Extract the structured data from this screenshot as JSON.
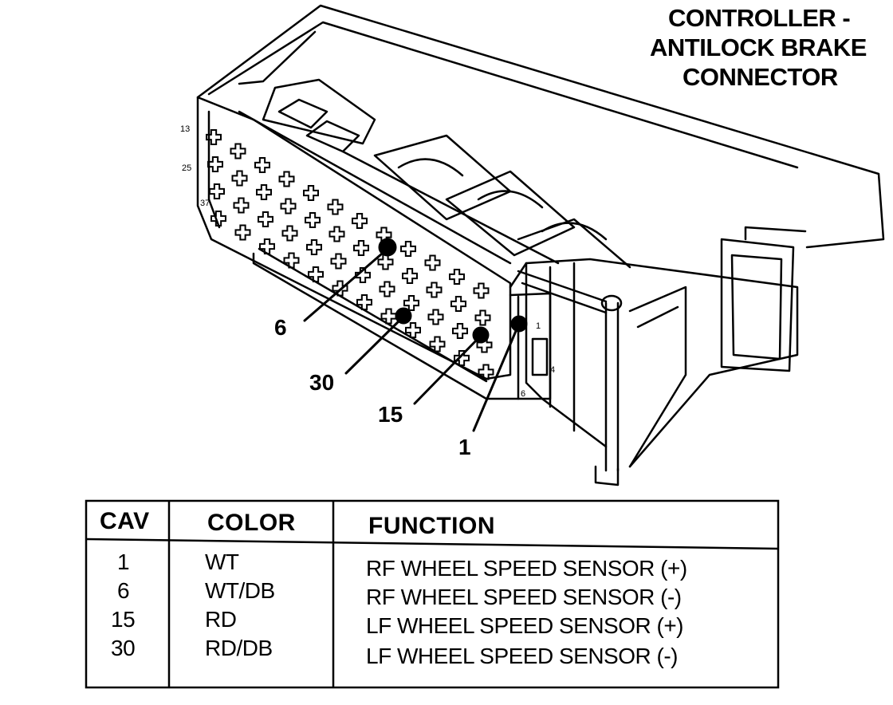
{
  "title": {
    "line1": "CONTROLLER -",
    "line2": "ANTILOCK BRAKE",
    "line3": "CONNECTOR"
  },
  "callouts": [
    "6",
    "30",
    "15",
    "1"
  ],
  "side_labels": [
    "13",
    "25",
    "37"
  ],
  "pin_labels": [
    "1",
    "4",
    "6"
  ],
  "table": {
    "headers": [
      "CAV",
      "COLOR",
      "FUNCTION"
    ],
    "rows": [
      {
        "cav": "1",
        "color": "WT",
        "function": "RF WHEEL SPEED SENSOR (+)"
      },
      {
        "cav": "6",
        "color": "WT/DB",
        "function": "RF WHEEL SPEED SENSOR (-)"
      },
      {
        "cav": "15",
        "color": "RD",
        "function": "LF WHEEL SPEED SENSOR (+)"
      },
      {
        "cav": "30",
        "color": "RD/DB",
        "function": "LF WHEEL SPEED SENSOR (-)"
      }
    ]
  }
}
